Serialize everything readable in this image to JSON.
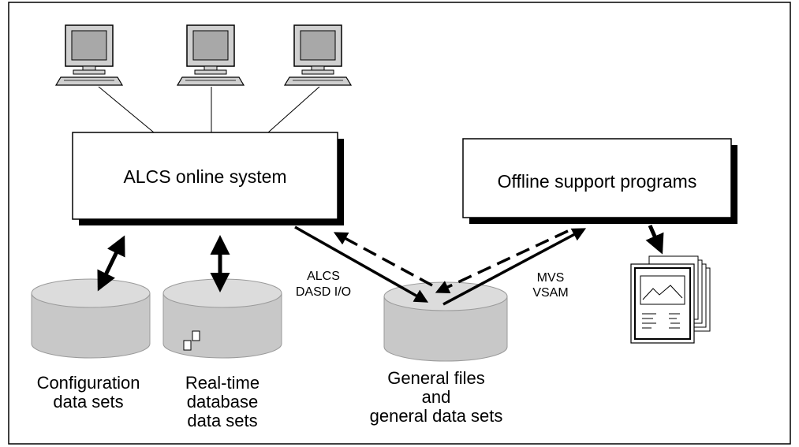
{
  "diagram": {
    "online_system": {
      "label": "ALCS online system"
    },
    "offline_programs": {
      "label": "Offline support programs"
    },
    "alcs_io": {
      "line1": "ALCS",
      "line2": "DASD I/O"
    },
    "mvs_io": {
      "line1": "MVS",
      "line2": "VSAM"
    },
    "config_db": {
      "line1": "Configuration",
      "line2": "data sets"
    },
    "realtime_db": {
      "line1": "Real-time",
      "line2": "database",
      "line3": "data sets"
    },
    "general_db": {
      "line1": "General files",
      "line2": "and",
      "line3": "general data sets"
    },
    "terminals": [
      {
        "icon": "computer-terminal-icon"
      },
      {
        "icon": "computer-terminal-icon"
      },
      {
        "icon": "computer-terminal-icon"
      }
    ],
    "report": {
      "icon": "printed-report-icon"
    },
    "colors": {
      "cylinder_fill": "#c8c8c8",
      "cylinder_top": "#dcdcdc",
      "monitor_screen": "#a8a8a8",
      "monitor_body": "#d0d0d0",
      "shadow": "#000000"
    }
  }
}
